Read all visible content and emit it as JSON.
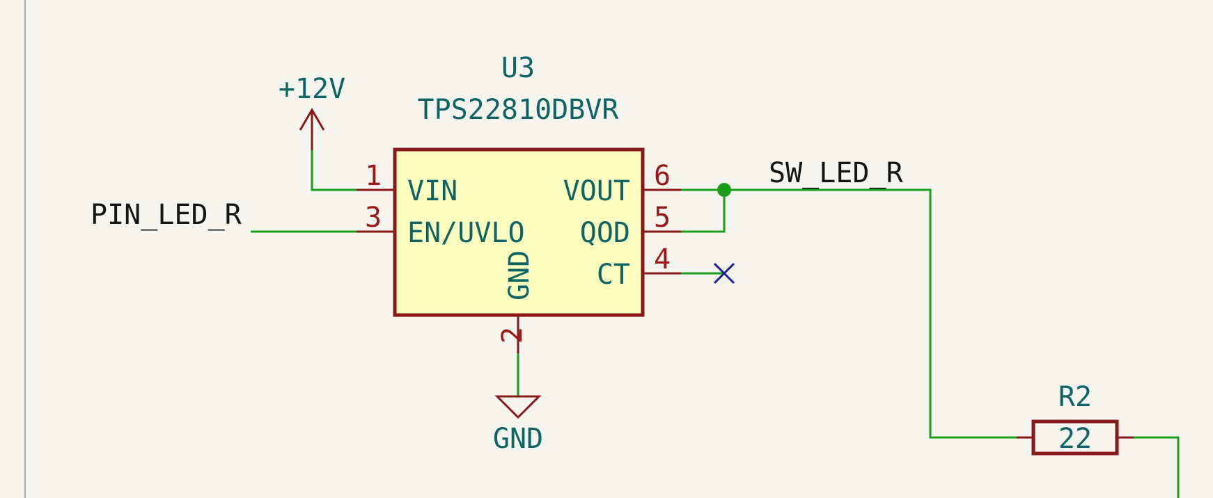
{
  "component": {
    "reference": "U3",
    "value": "TPS22810DBVR",
    "pins": [
      {
        "number": "1",
        "name": "VIN"
      },
      {
        "number": "3",
        "name": "EN/UVLO"
      },
      {
        "number": "6",
        "name": "VOUT"
      },
      {
        "number": "5",
        "name": "QOD"
      },
      {
        "number": "4",
        "name": "CT"
      },
      {
        "number": "2",
        "name": "GND"
      }
    ]
  },
  "power": {
    "supply": "+12V",
    "ground": "GND"
  },
  "nets": {
    "input": "PIN_LED_R",
    "output": "SW_LED_R"
  },
  "resistor": {
    "reference": "R2",
    "value": "22"
  },
  "colors": {
    "background": "#f5f4ef",
    "wire": "#1a9e1a",
    "symbol_outline": "#8b1818",
    "symbol_fill": "#fdfdc0",
    "field_text": "#0e6464",
    "pin_number": "#9a1818",
    "net_label": "#141414",
    "no_connect": "#1f1f9a"
  }
}
